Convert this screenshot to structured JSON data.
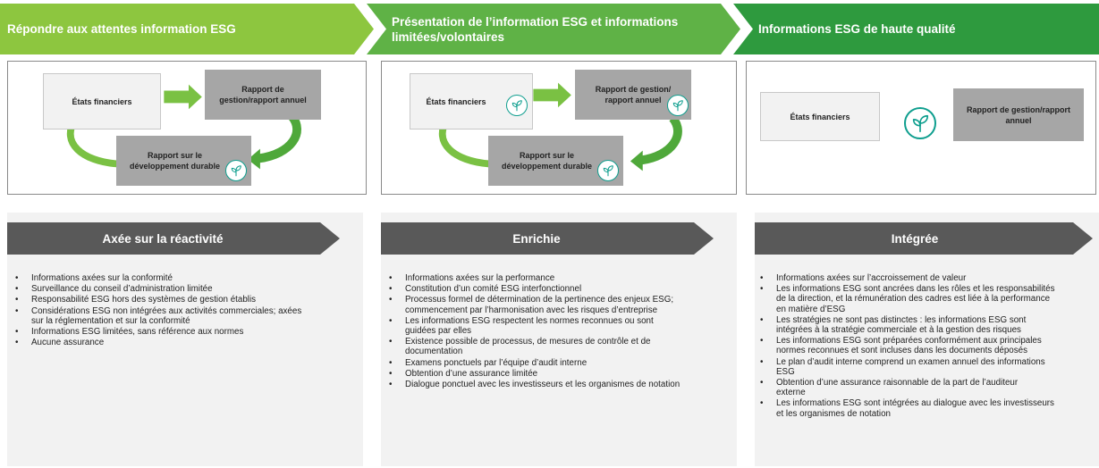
{
  "stages": [
    {
      "title": "Répondre aux attentes information ESG",
      "color": "#8dc63f"
    },
    {
      "title": "Présentation de l’information ESG et informations limitées/volontaires",
      "color": "#5fb246"
    },
    {
      "title": "Informations ESG de haute qualité",
      "color": "#2e9a3e"
    }
  ],
  "diagrams": {
    "panel1": {
      "financial_statements": "États financiers",
      "management_report": "Rapport de gestion/rapport annuel",
      "sustainability_report": "Rapport sur le développement durable"
    },
    "panel2": {
      "financial_statements": "États financiers",
      "management_report": "Rapport de gestion/ rapport annuel",
      "sustainability_report": "Rapport sur le développement durable"
    },
    "panel3": {
      "financial_statements": "États financiers",
      "management_report": "Rapport de gestion/rapport annuel"
    }
  },
  "icons": {
    "leaf": "sprout-icon",
    "arrow_color": "#7ac143",
    "leaf_color": "#0e9e8e"
  },
  "columns": [
    {
      "heading": "Axée sur la réactivité",
      "bullets": [
        "Informations axées sur la conformité",
        "Surveillance du conseil d’administration limitée",
        "Responsabilité ESG hors des systèmes de gestion établis",
        "Considérations ESG non intégrées aux activités commerciales; axées\nsur la réglementation et sur la conformité",
        "Informations ESG limitées, sans référence aux normes",
        "Aucune assurance"
      ]
    },
    {
      "heading": "Enrichie",
      "bullets": [
        "Informations axées sur la performance",
        "Constitution d’un comité ESG interfonctionnel",
        "Processus formel de détermination de la pertinence des enjeux ESG;\ncommencement par l’harmonisation avec les risques d’entreprise",
        "Les informations ESG respectent les normes reconnues ou sont\nguidées par elles",
        "Existence possible de processus, de mesures de contrôle et de\ndocumentation",
        "Examens ponctuels par l’équipe d’audit interne",
        "Obtention d’une assurance limitée",
        "Dialogue ponctuel avec les investisseurs et les organismes de notation"
      ]
    },
    {
      "heading": "Intégrée",
      "bullets": [
        "Informations axées sur l’accroissement de valeur",
        "Les informations ESG sont ancrées dans les rôles et les responsabilités\nde la direction, et la rémunération des cadres est liée à la performance\nen matière d’ESG",
        "Les stratégies ne sont pas distinctes : les informations ESG sont\nintégrées à la stratégie commerciale et à la gestion des risques",
        "Les informations ESG sont préparées conformément aux principales\nnormes reconnues et sont incluses dans les documents déposés",
        "Le plan d’audit interne comprend un examen annuel des informations\nESG",
        "Obtention d’une assurance raisonnable de la part de l’auditeur\nexterne",
        "Les informations ESG sont intégrées au dialogue avec les investisseurs\net les organismes de notation"
      ]
    }
  ]
}
